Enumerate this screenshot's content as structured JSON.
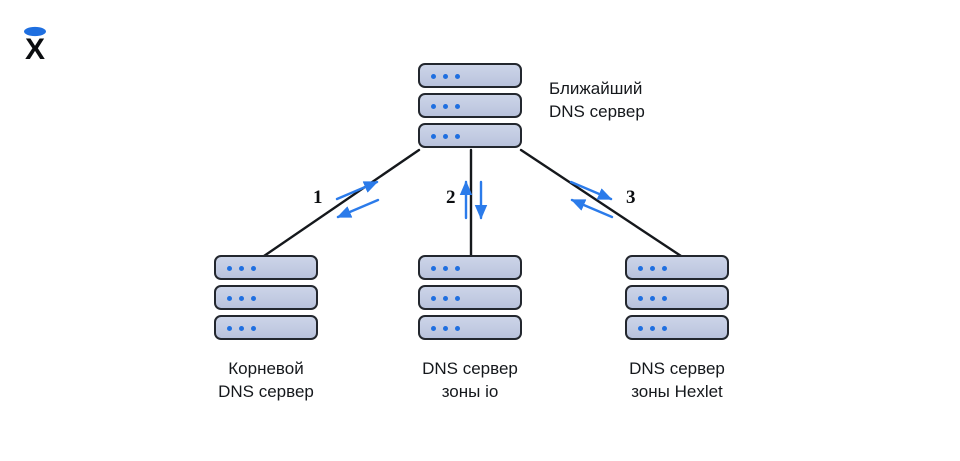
{
  "diagram": {
    "title": "DNS resolution chain",
    "background_color": "#ffffff",
    "logo": {
      "name": "hexlet-logo",
      "letter": "X",
      "accent_color": "#1f6fe0"
    },
    "colors": {
      "server_fill": "#c2cbe2",
      "server_border": "#23272e",
      "server_dot": "#1f6fe0",
      "arrow": "#2b7bea",
      "line": "#15181c",
      "text": "#15181c"
    },
    "nodes": [
      {
        "id": "nearest",
        "label": "Ближайший\nDNS сервер",
        "label_position": "right",
        "units": 3,
        "dots_per_unit": 3
      },
      {
        "id": "root",
        "label": "Корневой\nDNS сервер",
        "label_position": "below",
        "units": 3,
        "dots_per_unit": 3
      },
      {
        "id": "zone-io",
        "label": "DNS сервер\nзоны io",
        "label_position": "below",
        "units": 3,
        "dots_per_unit": 3
      },
      {
        "id": "zone-hexlet",
        "label": "DNS сервер\nзоны Hexlet",
        "label_position": "below",
        "units": 3,
        "dots_per_unit": 3
      }
    ],
    "edges": [
      {
        "id": "edge-1",
        "step_label": "1",
        "from": "nearest",
        "to": "root",
        "bidirectional": true
      },
      {
        "id": "edge-2",
        "step_label": "2",
        "from": "nearest",
        "to": "zone-io",
        "bidirectional": true
      },
      {
        "id": "edge-3",
        "step_label": "3",
        "from": "nearest",
        "to": "zone-hexlet",
        "bidirectional": true
      }
    ]
  }
}
